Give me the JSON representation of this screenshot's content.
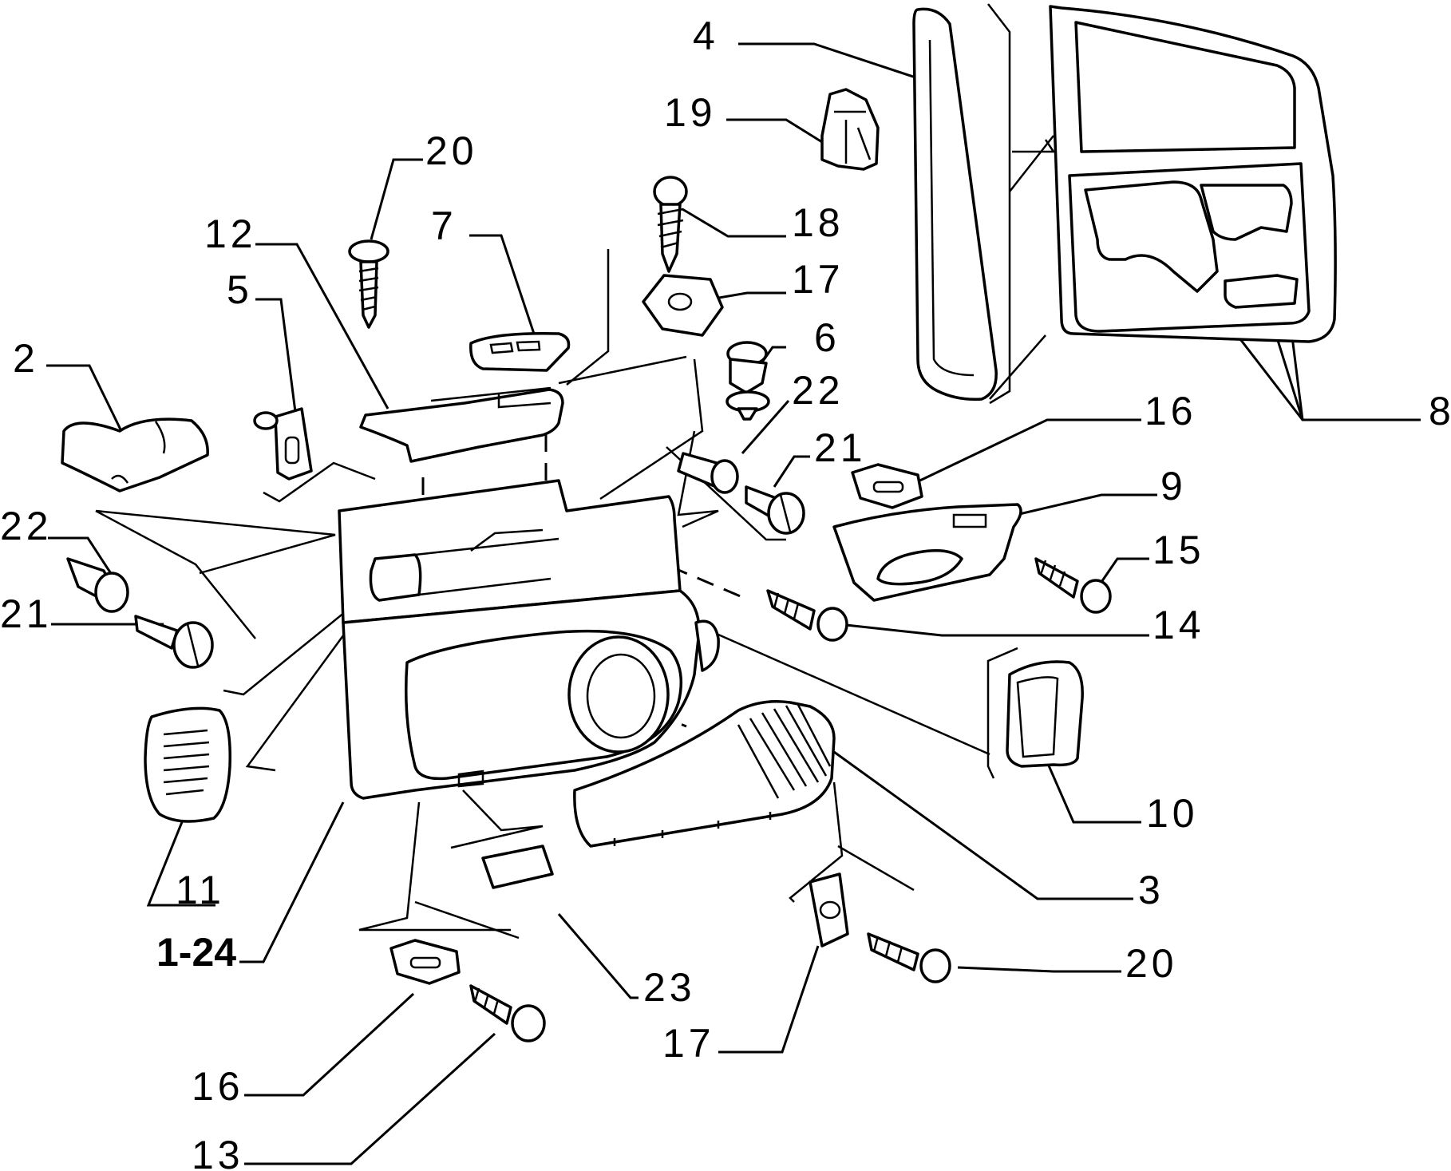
{
  "colors": {
    "ink": "#000000",
    "paper": "#ffffff"
  },
  "labels": [
    {
      "id": "4",
      "text": "4"
    },
    {
      "id": "19",
      "text": "19"
    },
    {
      "id": "20a",
      "text": "20"
    },
    {
      "id": "18",
      "text": "18"
    },
    {
      "id": "12",
      "text": "12"
    },
    {
      "id": "7",
      "text": "7"
    },
    {
      "id": "17a",
      "text": "17"
    },
    {
      "id": "5",
      "text": "5"
    },
    {
      "id": "6",
      "text": "6"
    },
    {
      "id": "2",
      "text": "2"
    },
    {
      "id": "22a",
      "text": "22"
    },
    {
      "id": "16a",
      "text": "16"
    },
    {
      "id": "21a",
      "text": "21"
    },
    {
      "id": "8",
      "text": "8"
    },
    {
      "id": "9",
      "text": "9"
    },
    {
      "id": "22b",
      "text": "22"
    },
    {
      "id": "15",
      "text": "15"
    },
    {
      "id": "21b",
      "text": "21"
    },
    {
      "id": "14",
      "text": "14"
    },
    {
      "id": "10",
      "text": "10"
    },
    {
      "id": "11",
      "text": "11"
    },
    {
      "id": "3",
      "text": "3"
    },
    {
      "id": "1-24",
      "text": "1-24"
    },
    {
      "id": "23",
      "text": "23"
    },
    {
      "id": "20b",
      "text": "20"
    },
    {
      "id": "17b",
      "text": "17"
    },
    {
      "id": "16b",
      "text": "16"
    },
    {
      "id": "13",
      "text": "13"
    }
  ]
}
